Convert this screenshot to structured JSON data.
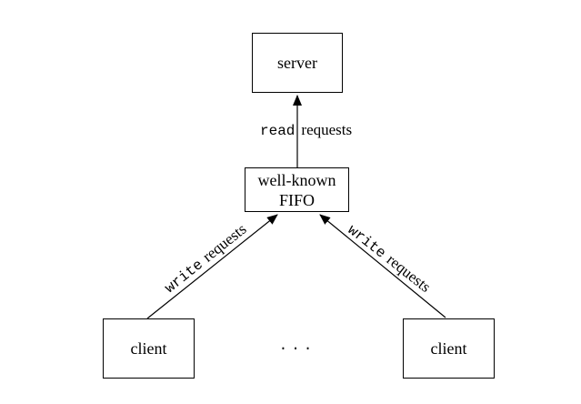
{
  "diagram": {
    "title": "clients sending requests to a server via a well-known FIFO",
    "colors": {
      "background": "#ffffff",
      "line": "#000000",
      "text": "#000000"
    },
    "nodes": {
      "server": {
        "label": "server"
      },
      "fifo": {
        "label_line1": "well-known",
        "label_line2": "FIFO"
      },
      "client_left": {
        "label": "client"
      },
      "client_right": {
        "label": "client"
      },
      "ellipsis": "..."
    },
    "edges": {
      "read": {
        "verb": "read",
        "noun": "requests"
      },
      "write_left": {
        "verb": "write",
        "noun": "requests"
      },
      "write_right": {
        "verb": "write",
        "noun": "requests"
      }
    }
  }
}
